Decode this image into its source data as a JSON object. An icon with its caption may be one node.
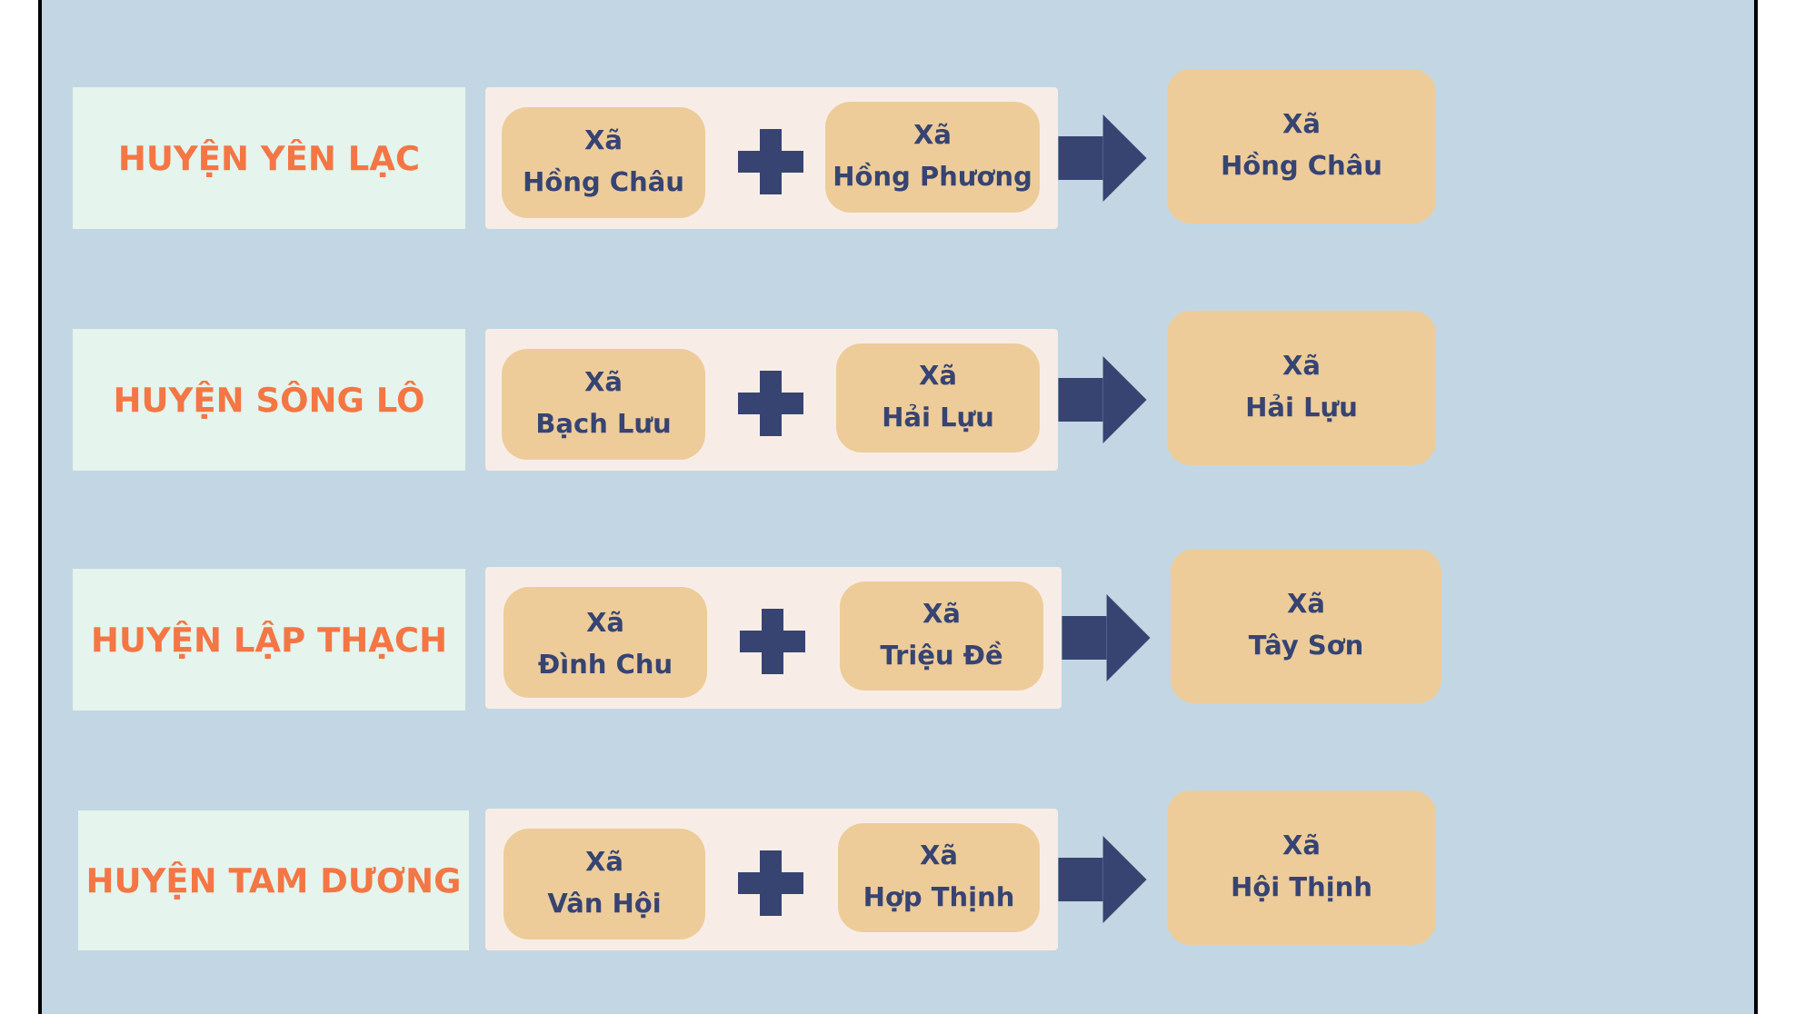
{
  "diagram": {
    "nodes": [
      {
        "text": [
          "HUYỆN YÊN LẠC"
        ]
      },
      {
        "text": [],
        "shape": "box"
      },
      {
        "text": [
          "Xã",
          "Hồng Châu"
        ],
        "in": 1
      },
      {
        "text": [
          "Xã",
          "Hồng Phương"
        ],
        "in": 1
      },
      {
        "text": [
          "Xã",
          "Hồng Châu"
        ]
      },
      {
        "text": [
          "HUYỆN SÔNG LÔ"
        ]
      },
      {
        "text": [],
        "shape": "box"
      },
      {
        "text": [
          "Xã",
          "Bạch Lưu"
        ],
        "in": 6
      },
      {
        "text": [
          "Xã",
          "Hải Lựu"
        ],
        "in": 6
      },
      {
        "text": [
          "Xã",
          "Hải Lựu"
        ]
      },
      {
        "text": [
          "HUYỆN LẬP THẠCH"
        ]
      },
      {
        "text": [],
        "shape": "box"
      },
      {
        "text": [
          "Xã",
          "Đình Chu"
        ],
        "in": 11
      },
      {
        "text": [
          "Xã",
          "Triệu Đề"
        ],
        "in": 11
      },
      {
        "text": [
          "Xã",
          "Tây Sơn"
        ]
      },
      {
        "text": [
          "HUYỆN TAM DƯƠNG"
        ]
      },
      {
        "text": [],
        "shape": "box"
      },
      {
        "text": [
          "Xã",
          "Vân Hội"
        ],
        "in": 16
      },
      {
        "text": [
          "Xã",
          "Hợp Thịnh"
        ],
        "in": 16
      },
      {
        "text": [
          "Xã",
          "Hội Thịnh"
        ]
      }
    ],
    "edges": [
      {
        "from": 1,
        "to": 4,
        "arrow": "to"
      },
      {
        "from": 6,
        "to": 9,
        "arrow": "to"
      },
      {
        "from": 11,
        "to": 14,
        "arrow": "to"
      },
      {
        "from": 16,
        "to": 19,
        "arrow": "to"
      }
    ]
  }
}
